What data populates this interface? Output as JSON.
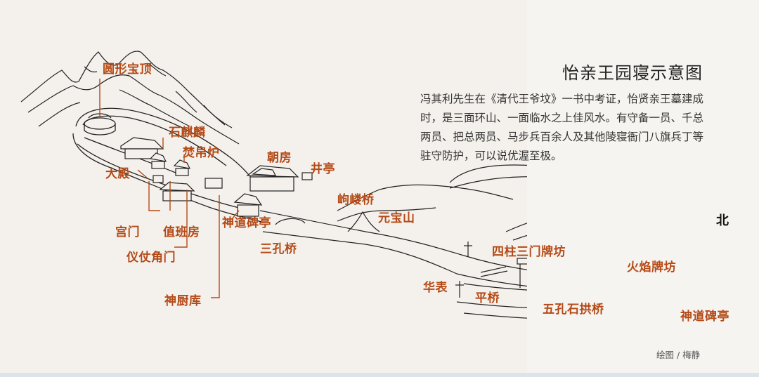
{
  "title": "怡亲王园寝示意图",
  "description": "冯其利先生在《清代王爷坟》一书中考证，怡贤亲王墓建成时，是三面环山、一面临水之上佳风水。有守备一员、千总两员、把总两员、马步兵百余人及其他陵寝衙门八旗兵丁等驻守防护，可以说优渥至极。",
  "credit": "绘图 / 梅静",
  "compass": "北",
  "labels": {
    "yuanxing_baoding": "圆形宝顶",
    "shi_qilin": "石麒麟",
    "fen_bo_lu": "焚帛炉",
    "da_dian": "大殿",
    "chao_fang": "朝房",
    "jing_ting": "井亭",
    "gong_men": "宫门",
    "zhi_ban_fang": "值班房",
    "shen_dao_bei_ting_1": "神道碑亭",
    "yi_zhang_jiao_men": "仪仗角门",
    "san_kong_qiao": "三孔桥",
    "shen_chu_ku": "神厨库",
    "qu_lou_qiao": "岣嵝桥",
    "yuan_bao_shan": "元宝山",
    "si_zhu_san_men_pai_fang": "四柱三门牌坊",
    "hua_biao": "华表",
    "ping_qiao": "平桥",
    "wu_kong_shi_gong_qiao": "五孔石拱桥",
    "huo_yan_pai_fang": "火焰牌坊",
    "shen_dao_bei_ting_2": "神道碑亭"
  }
}
